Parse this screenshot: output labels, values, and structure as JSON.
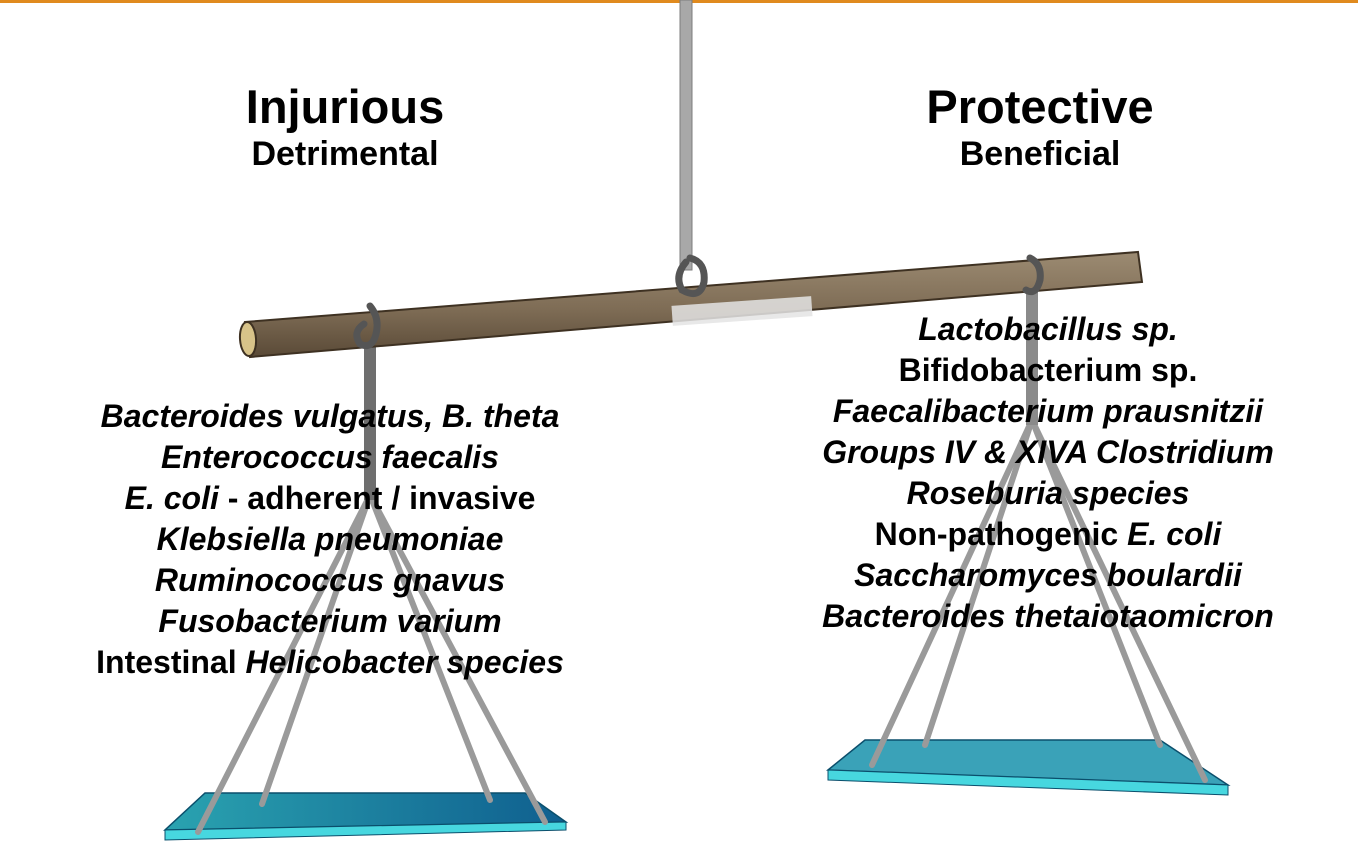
{
  "colors": {
    "top_rule": "#e08a1e",
    "beam": "#8a7a63",
    "beam_dark": "#4a3b2a",
    "beam_end": "#d8c389",
    "rod": "#a6a6a6",
    "hook": "#595959",
    "pan_top": "#1e8fa7",
    "pan_edge": "#47d7df"
  },
  "left": {
    "title": "Injurious",
    "subtitle": "Detrimental",
    "items": [
      [
        {
          "text": "Bacteroides vulgatus, B. theta",
          "italic": true
        }
      ],
      [
        {
          "text": "Enterococcus faecalis",
          "italic": true
        }
      ],
      [
        {
          "text": "E. coli",
          "italic": true
        },
        {
          "text": " - adherent / invasive",
          "italic": false
        }
      ],
      [
        {
          "text": "Klebsiella pneumoniae",
          "italic": true
        }
      ],
      [
        {
          "text": "Ruminococcus gnavus",
          "italic": true
        }
      ],
      [
        {
          "text": "Fusobacterium varium",
          "italic": true
        }
      ],
      [
        {
          "text": "Intestinal ",
          "italic": false
        },
        {
          "text": "Helicobacter species",
          "italic": true
        }
      ]
    ]
  },
  "right": {
    "title": "Protective",
    "subtitle": "Beneficial",
    "items": [
      [
        {
          "text": "Lactobacillus sp.",
          "italic": true
        }
      ],
      [
        {
          "text": "Bifidobacterium sp.",
          "italic": false
        }
      ],
      [
        {
          "text": "Faecalibacterium prausnitzii",
          "italic": true
        }
      ],
      [
        {
          "text": "Groups IV & XIVA Clostridium",
          "italic": true
        }
      ],
      [
        {
          "text": "Roseburia species",
          "italic": true
        }
      ],
      [
        {
          "text": "Non-pathogenic ",
          "italic": false
        },
        {
          "text": "E. coli",
          "italic": true
        }
      ],
      [
        {
          "text": "Saccharomyces boulardii",
          "italic": true
        }
      ],
      [
        {
          "text": "Bacteroides thetaiotaomicron",
          "italic": true
        }
      ]
    ]
  }
}
